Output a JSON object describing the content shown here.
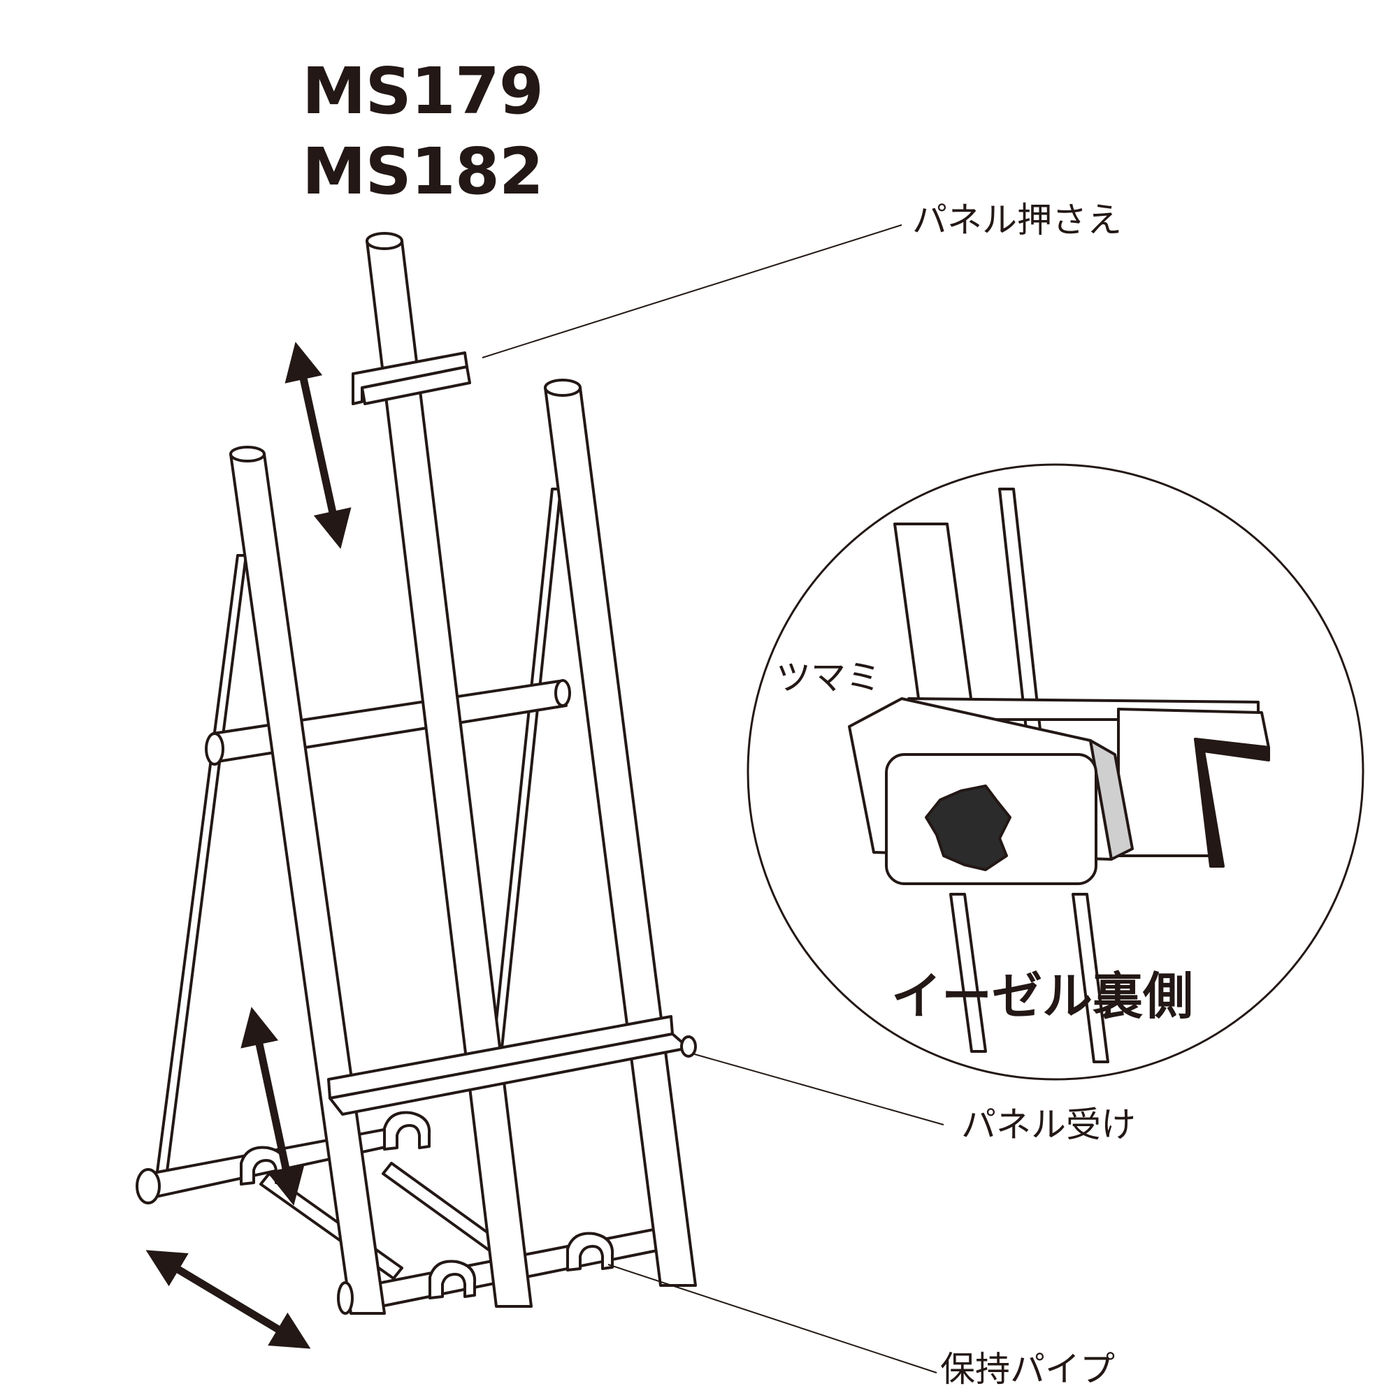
{
  "models": [
    "MS179",
    "MS182"
  ],
  "labels": {
    "panel_holder": "パネル押さえ",
    "knob": "ツマミ",
    "easel_back": "イーゼル裏側",
    "panel_receiver": "パネル受け",
    "holding_pipe": "保持パイプ"
  },
  "colors": {
    "line": "#231815",
    "knob_fill": "#2b2b2b",
    "shade": "#cfcfcf"
  }
}
